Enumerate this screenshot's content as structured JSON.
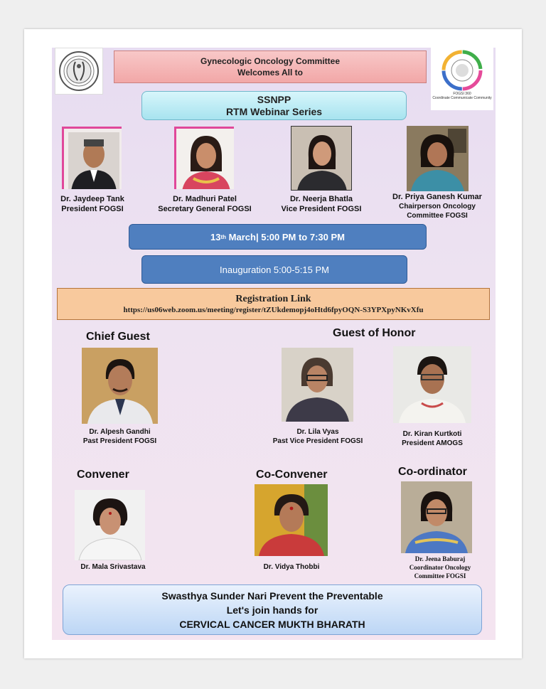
{
  "header": {
    "line1": "Gynecologic Oncology Committee",
    "line2": "Welcomes All to"
  },
  "series": {
    "line1": "SSNPP",
    "line2": "RTM Webinar Series"
  },
  "right_logo": {
    "caption1": "FOGSI 360",
    "caption2": "Coordinate   Communicate   Community"
  },
  "leaders": [
    {
      "name": "Dr. Jaydeep Tank",
      "role": "President FOGSI"
    },
    {
      "name": "Dr. Madhuri Patel",
      "role": "Secretary General FOGSI"
    },
    {
      "name": "Dr. Neerja Bhatla",
      "role": "Vice President FOGSI"
    },
    {
      "name": "Dr. Priya Ganesh Kumar",
      "role1": "Chairperson Oncology",
      "role2": "Committee FOGSI"
    }
  ],
  "schedule": {
    "day": "13",
    "day_suffix": "th",
    "rest": " March| 5:00 PM to 7:30 PM",
    "inauguration": "Inauguration 5:00-5:15 PM"
  },
  "registration": {
    "title": "Registration Link",
    "url": "https://us06web.zoom.us/meeting/register/tZUkdemopj4oHtd6fpyOQN-S3YPXpyNKvXfu"
  },
  "chief_guest": {
    "heading": "Chief Guest",
    "name": "Dr. Alpesh Gandhi",
    "role": "Past President FOGSI"
  },
  "guest_of_honor": {
    "heading": "Guest of Honor",
    "people": [
      {
        "name": "Dr. Lila Vyas",
        "role": "Past Vice President FOGSI"
      },
      {
        "name": "Dr. Kiran Kurtkoti",
        "role": "President AMOGS"
      }
    ]
  },
  "convener": {
    "heading": "Convener",
    "name": "Dr. Mala Srivastava"
  },
  "co_convener": {
    "heading": "Co-Convener",
    "name": "Dr. Vidya Thobbi"
  },
  "coordinator": {
    "heading": "Co-ordinator",
    "name": "Dr. Jeena Baburaj",
    "role1": "Coordinator Oncology",
    "role2": "Committee FOGSI"
  },
  "footer": {
    "line1": "Swasthya Sunder Nari Prevent the Preventable",
    "line2": "Let's join hands for",
    "line3": "CERVICAL CANCER MUKTH BHARATH"
  },
  "colors": {
    "header_banner": "#f2a7a7",
    "series_box": "#a7e3ef",
    "schedule_bar": "#4f7fbf",
    "registration_box": "#f8c99d",
    "footer_box": "#bcd6f5",
    "photo_frame_accent": "#e0489a"
  }
}
